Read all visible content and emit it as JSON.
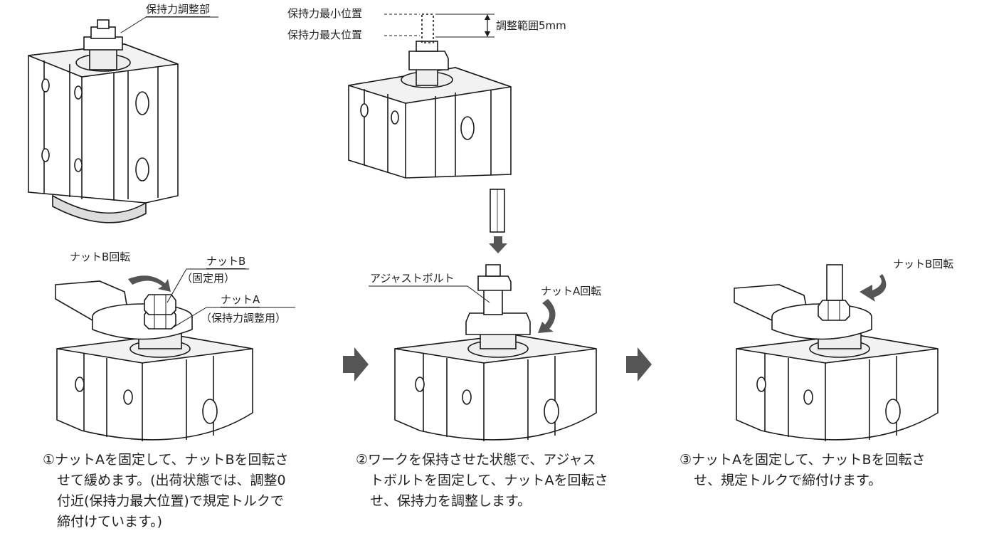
{
  "labels": {
    "retention_adjust_part": "保持力調整部",
    "min_position": "保持力最小位置",
    "max_position": "保持力最大位置",
    "adjust_range": "調整範囲5mm",
    "nut_b_rotate_1": "ナットB回転",
    "nut_b": "ナットB",
    "nut_b_sub": "（固定用）",
    "nut_a": "ナットA",
    "nut_a_sub": "（保持力調整用）",
    "adjust_bolt": "アジャストボルト",
    "nut_a_rotate": "ナットA回転",
    "nut_b_rotate_3": "ナットB回転"
  },
  "captions": {
    "step1": [
      "①ナットAを固定して、ナットBを回転さ",
      "せて緩めます。(出荷状態では、調整0",
      "付近(保持力最大位置)で規定トルクで",
      "締付けています。)"
    ],
    "step2": [
      "②ワークを保持させた状態で、アジャス",
      "トボルトを固定して、ナットAを回転さ",
      "せ、保持力を調整します。"
    ],
    "step3": [
      "③ナットAを固定して、ナットBを回転さ",
      "せ、規定トルクで締付けます。"
    ]
  },
  "colors": {
    "line": "#1a1a1a",
    "arrow": "#555555",
    "fill": "#ffffff",
    "shade": "#e6e6e6"
  }
}
